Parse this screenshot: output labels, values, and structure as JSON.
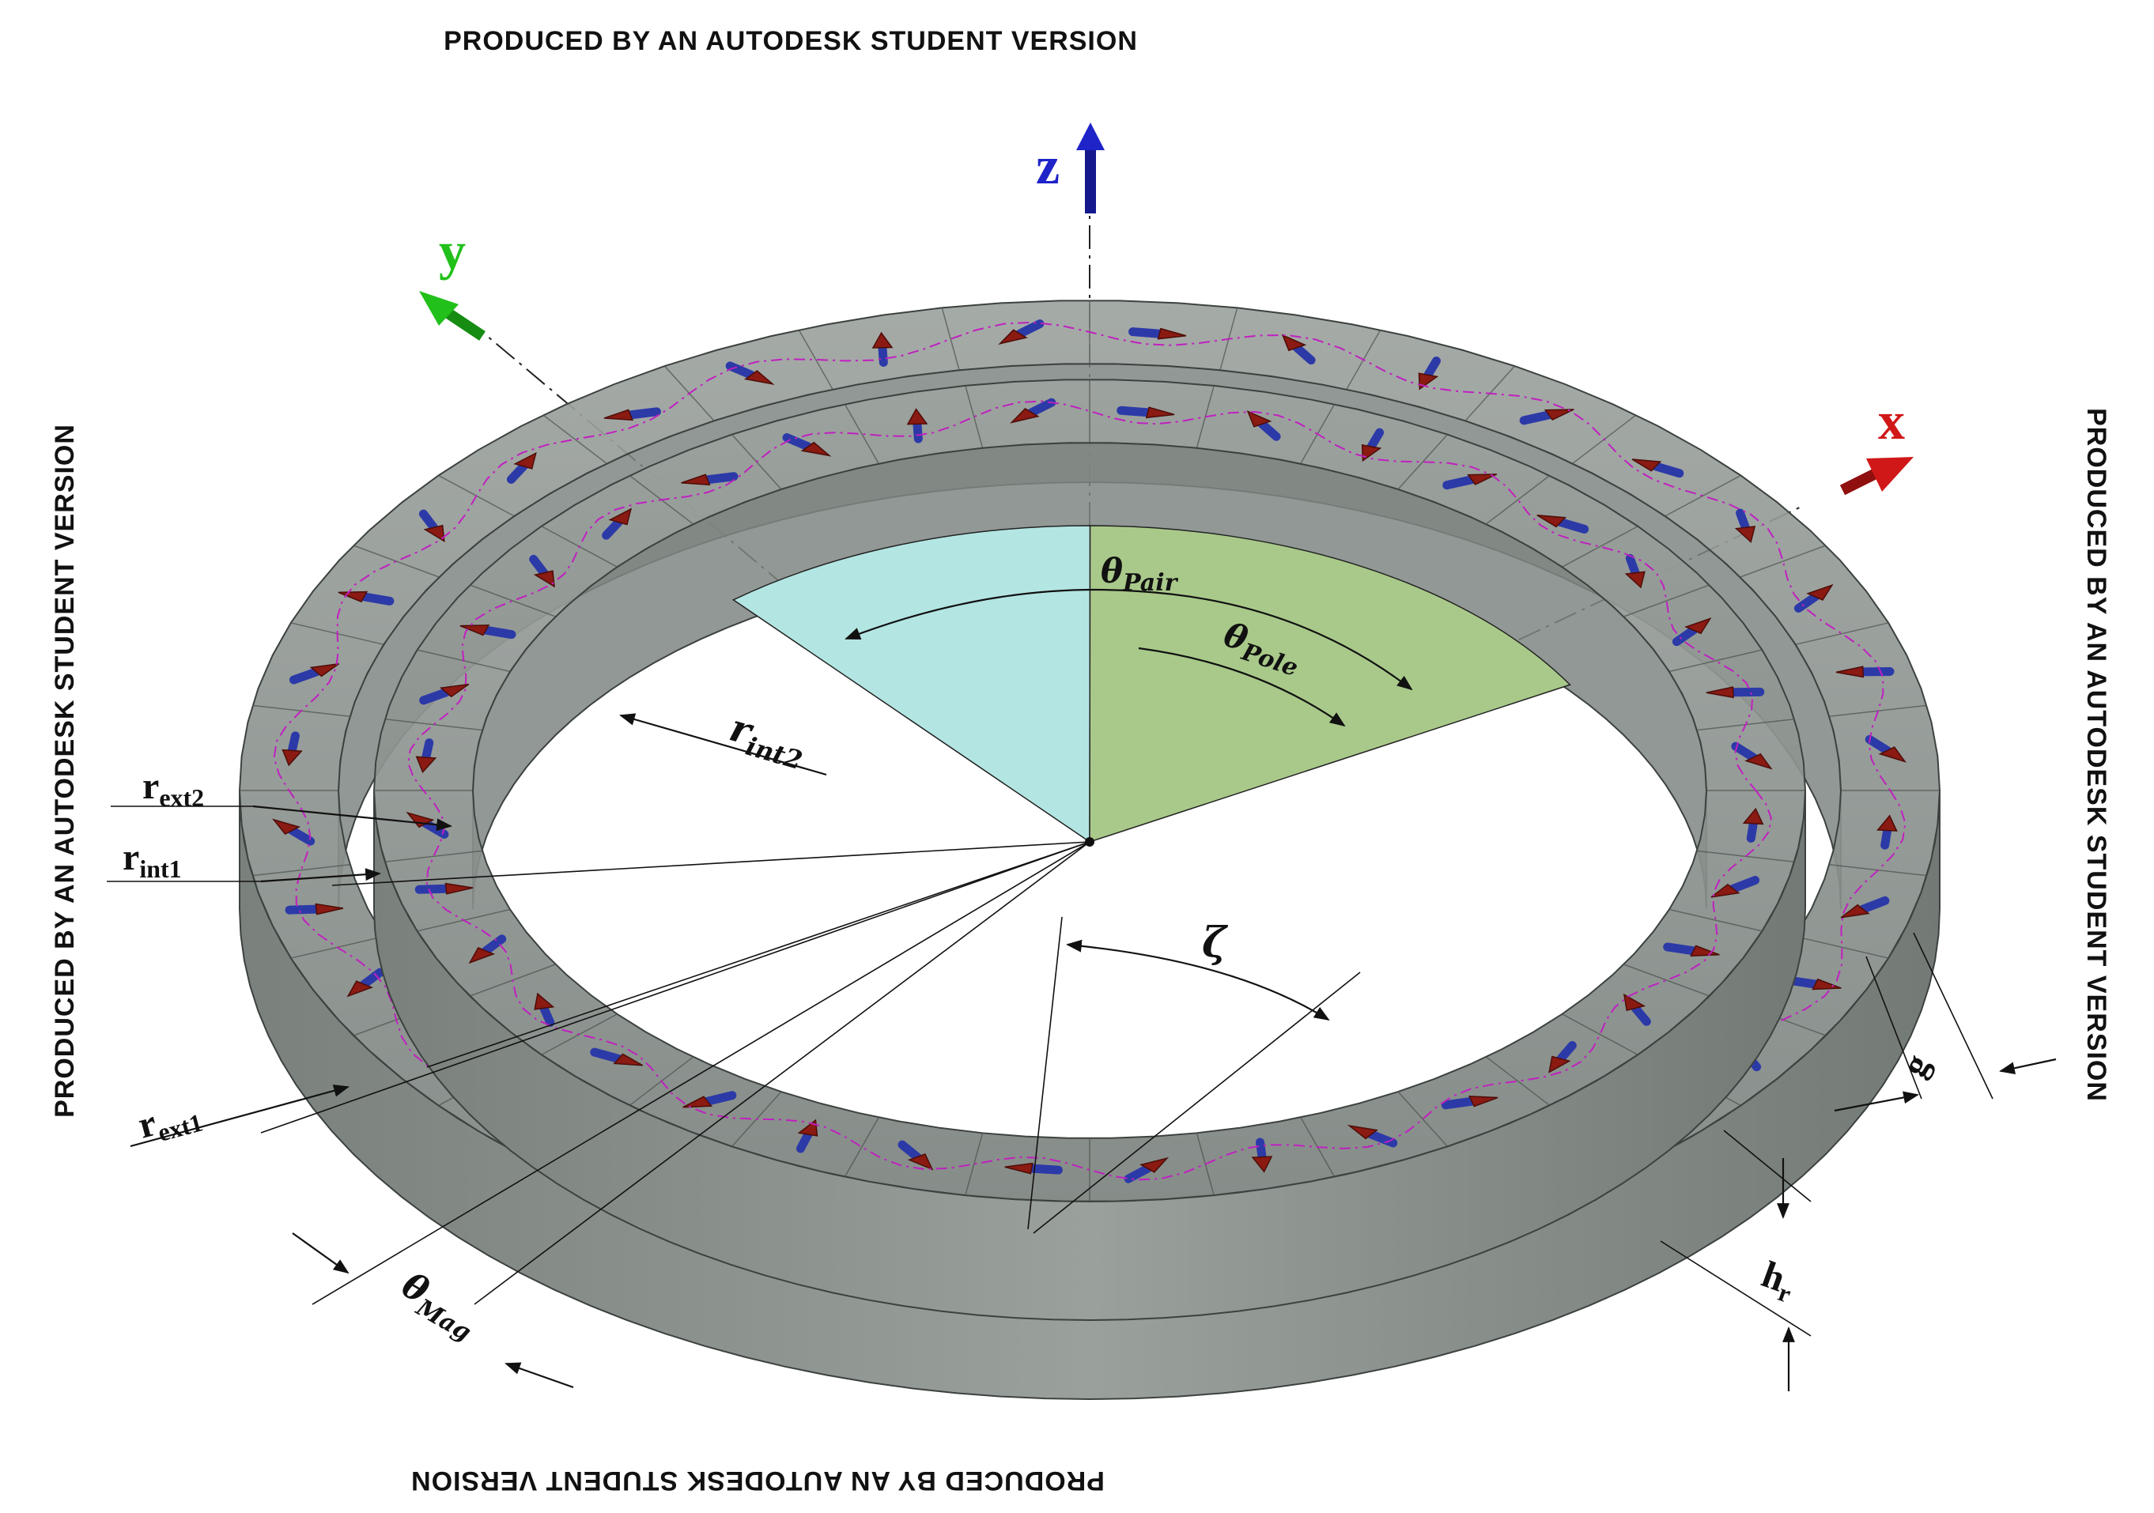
{
  "watermark": {
    "top": "PRODUCED BY AN AUTODESK STUDENT VERSION",
    "bottom": "PRODUCED BY AN AUTODESK STUDENT VERSION",
    "left": "PRODUCED BY AN AUTODESK STUDENT VERSION",
    "right": "PRODUCED BY AN AUTODESK STUDENT VERSION"
  },
  "axes": {
    "x": {
      "label": "x",
      "color": "#d01818"
    },
    "y": {
      "label": "y",
      "color": "#22c01a"
    },
    "z": {
      "label": "z",
      "color": "#1f24c8"
    }
  },
  "colors": {
    "ring_fill": "#8c938f",
    "ring_edge": "#3c423f",
    "magnet_arrow_head": "#8a1a12",
    "magnet_arrow_shaft": "#2c3aa8",
    "field_line": "#c020c0",
    "sector_pair": "#b3e6e3",
    "sector_pole": "#a9c98a"
  },
  "labels": {
    "theta_pair": {
      "base": "θ",
      "sub": "Pair"
    },
    "theta_pole": {
      "base": "θ",
      "sub": "Pole"
    },
    "theta_mag": {
      "base": "θ",
      "sub": "Mag"
    },
    "zeta": "ζ",
    "r_int2": {
      "base": "r",
      "sub": "int2"
    },
    "r_ext2": {
      "base": "r",
      "sub": "ext2"
    },
    "r_int1": {
      "base": "r",
      "sub": "int1"
    },
    "r_ext1": {
      "base": "r",
      "sub": "ext1"
    },
    "g": "g",
    "h_r": {
      "base": "h",
      "sub": "r"
    }
  },
  "rings": {
    "outer_segments": 36,
    "inner_segments": 36
  }
}
